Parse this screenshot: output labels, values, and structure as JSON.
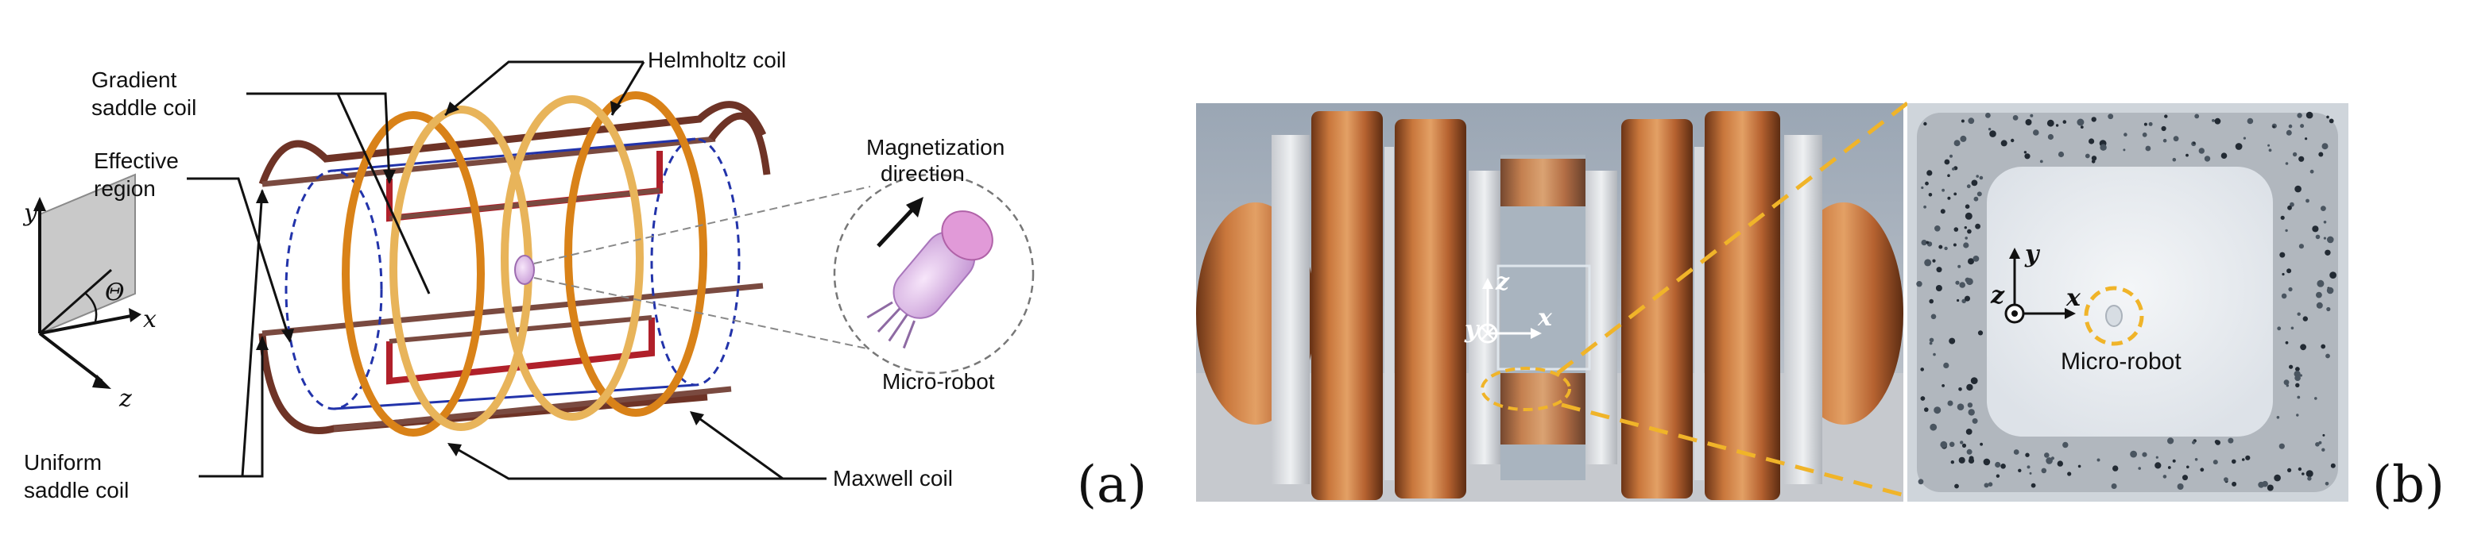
{
  "panel_a": {
    "letter": "(a)",
    "labels": {
      "helmholtz": "Helmholtz coil",
      "gradient_line1": "Gradient",
      "gradient_line2": "saddle coil",
      "effective_line1": "Effective",
      "effective_line2": "region",
      "magnetization_line1": "Magnetization",
      "magnetization_line2": "direction",
      "micro_robot": "Micro-robot",
      "uniform_line1": "Uniform",
      "uniform_line2": "saddle coil",
      "maxwell": "Maxwell coil"
    },
    "axes": {
      "y": "y",
      "theta": "Θ",
      "x": "x",
      "z": "z"
    }
  },
  "panel_b": {
    "letter": "(b)",
    "photo_axes": {
      "z": "z",
      "y": "y",
      "x": "x"
    },
    "inset_axes": {
      "y": "y",
      "z": "z",
      "x": "x"
    },
    "micro_robot": "Micro-robot"
  },
  "colors": {
    "helmholtz": "#e8b45a",
    "maxwell": "#d98218",
    "saddle_outer": "#6e3326",
    "gradient": "#b0202a",
    "effective": "#2233aa",
    "copper": "#b8652e",
    "highlight": "#f0b429"
  }
}
